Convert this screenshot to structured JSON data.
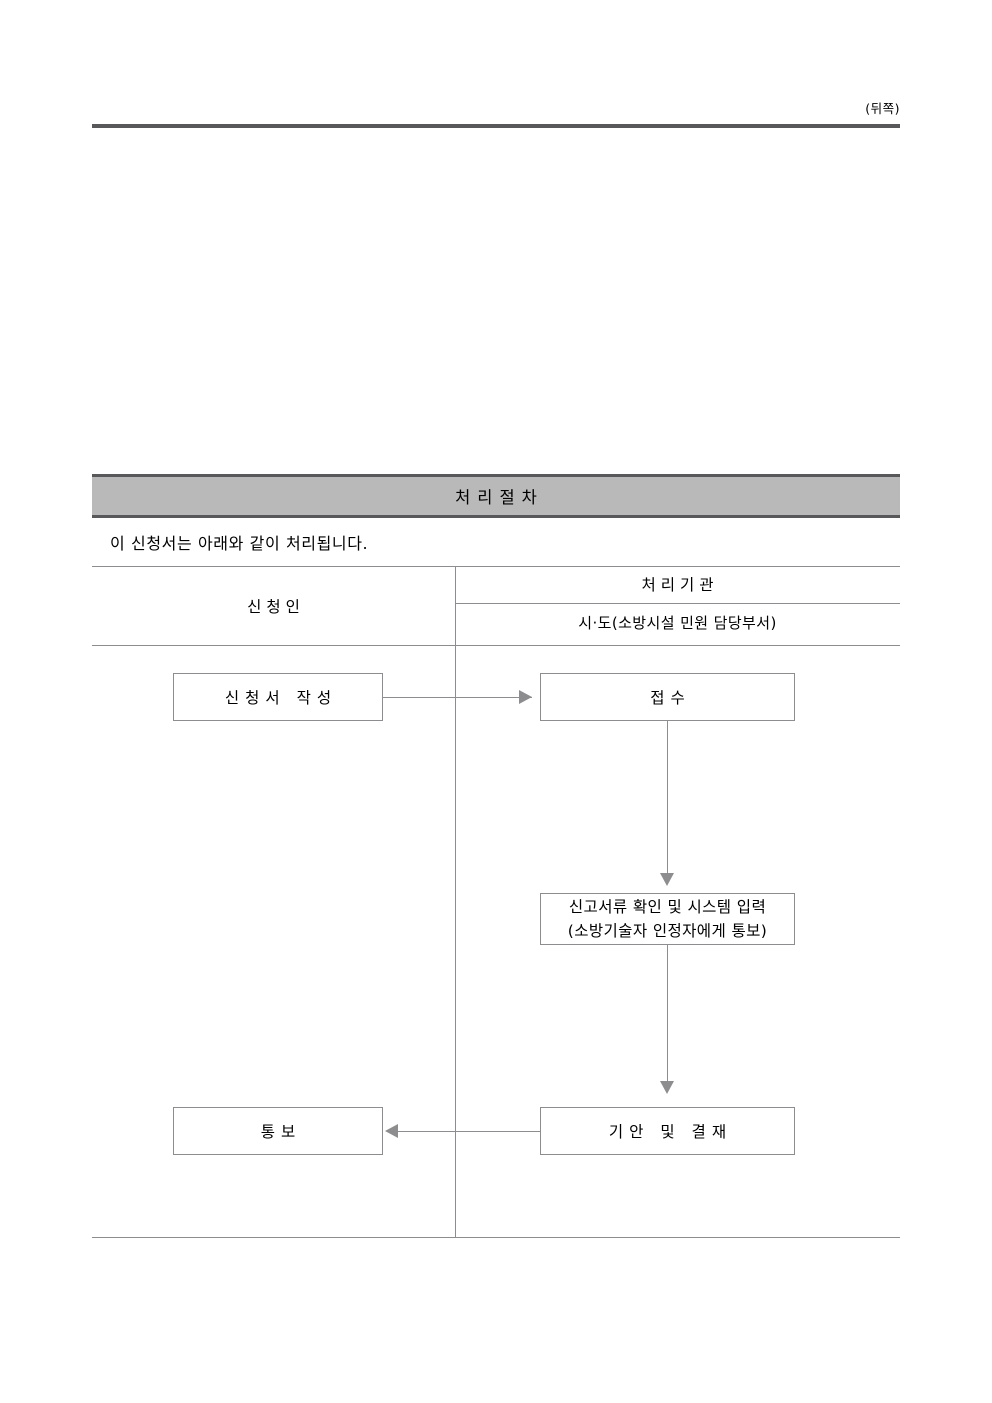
{
  "document": {
    "page_side_label": "(뒤쪽)"
  },
  "section": {
    "title": "처리절차",
    "intro": "이 신청서는 아래와 같이 처리됩니다."
  },
  "table": {
    "columns": [
      {
        "key": "applicant",
        "header": "신청인"
      },
      {
        "key": "agency",
        "header": "처리기관",
        "subheader": "시·도(소방시설 민원 담당부서)"
      }
    ]
  },
  "flow": {
    "nodes": [
      {
        "id": "apply",
        "label": "신청서 작성",
        "column": "applicant"
      },
      {
        "id": "receive",
        "label": "접수",
        "column": "agency"
      },
      {
        "id": "check",
        "label_line1": "신고서류 확인 및 시스템 입력",
        "label_line2": "(소방기술자 인정자에게 통보)",
        "column": "agency"
      },
      {
        "id": "draft",
        "label": "기안 및 결재",
        "column": "agency"
      },
      {
        "id": "notify",
        "label": "통보",
        "column": "applicant"
      }
    ],
    "edges": [
      {
        "from": "apply",
        "to": "receive",
        "direction": "right"
      },
      {
        "from": "receive",
        "to": "check",
        "direction": "down"
      },
      {
        "from": "check",
        "to": "draft",
        "direction": "down"
      },
      {
        "from": "draft",
        "to": "notify",
        "direction": "left"
      }
    ]
  },
  "colors": {
    "rule_dark": "#58585a",
    "bar_fill": "#b9b9b9",
    "line_gray": "#8d8d90",
    "text": "#000000",
    "background": "#ffffff"
  }
}
